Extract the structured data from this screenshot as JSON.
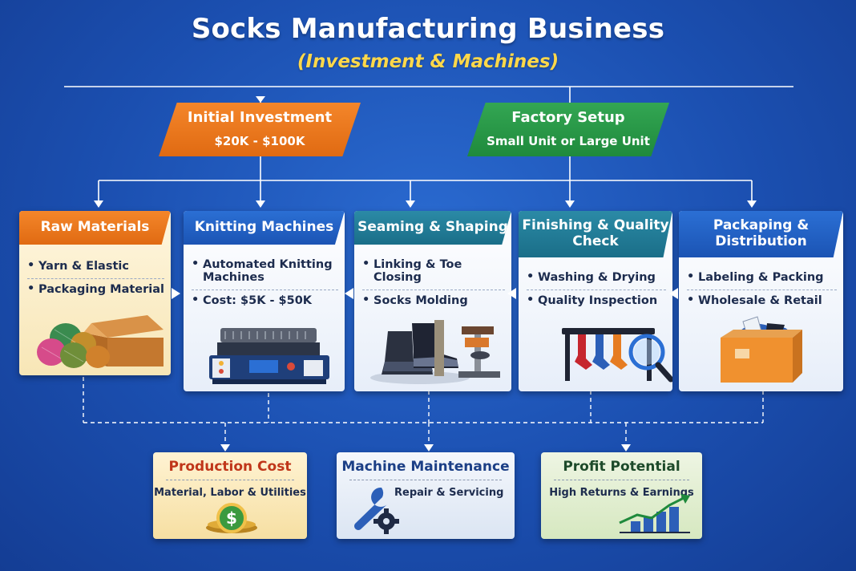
{
  "title": "Socks Manufacturing Business",
  "subtitle": "(Investment & Machines)",
  "investment": {
    "label": "Initial Investment",
    "value": "$20K - $100K"
  },
  "factory": {
    "label": "Factory Setup",
    "value": "Small Unit or Large Unit"
  },
  "stages": [
    {
      "title": "Raw Materials",
      "items": [
        "Yarn & Elastic",
        "Packaging Material"
      ]
    },
    {
      "title": "Knitting Machines",
      "items": [
        "Automated Knitting Machines",
        "Cost: $5K - $50K"
      ]
    },
    {
      "title": "Seaming & Shaping",
      "items": [
        "Linking & Toe Closing",
        "Socks Molding"
      ]
    },
    {
      "title": "Finishing & Quality Check",
      "items": [
        "Washing & Drying",
        "Quality Inspection"
      ]
    },
    {
      "title": "Packaping & Distribution",
      "items": [
        "Labeling & Packing",
        "Wholesale & Retail"
      ]
    }
  ],
  "outcomes": [
    {
      "title": "Production Cost",
      "subtitle": "Material, Labor & Utilities",
      "color": "#c0361a",
      "icon": "coin-dollar-icon"
    },
    {
      "title": "Machine Maintenance",
      "subtitle": "Repair & Servicing",
      "color": "#1c3f86",
      "icon": "wrench-gear-icon"
    },
    {
      "title": "Profit Potential",
      "subtitle": "High Returns & Earnings",
      "color": "#1d4a2a",
      "icon": "growth-chart-icon"
    }
  ],
  "colors": {
    "background": "#1b4fb0",
    "orange": "#f07a1e",
    "blue": "#1f5fc4",
    "teal": "#1f7f96",
    "green": "#2b9a4b",
    "gold": "#ffd84a"
  }
}
